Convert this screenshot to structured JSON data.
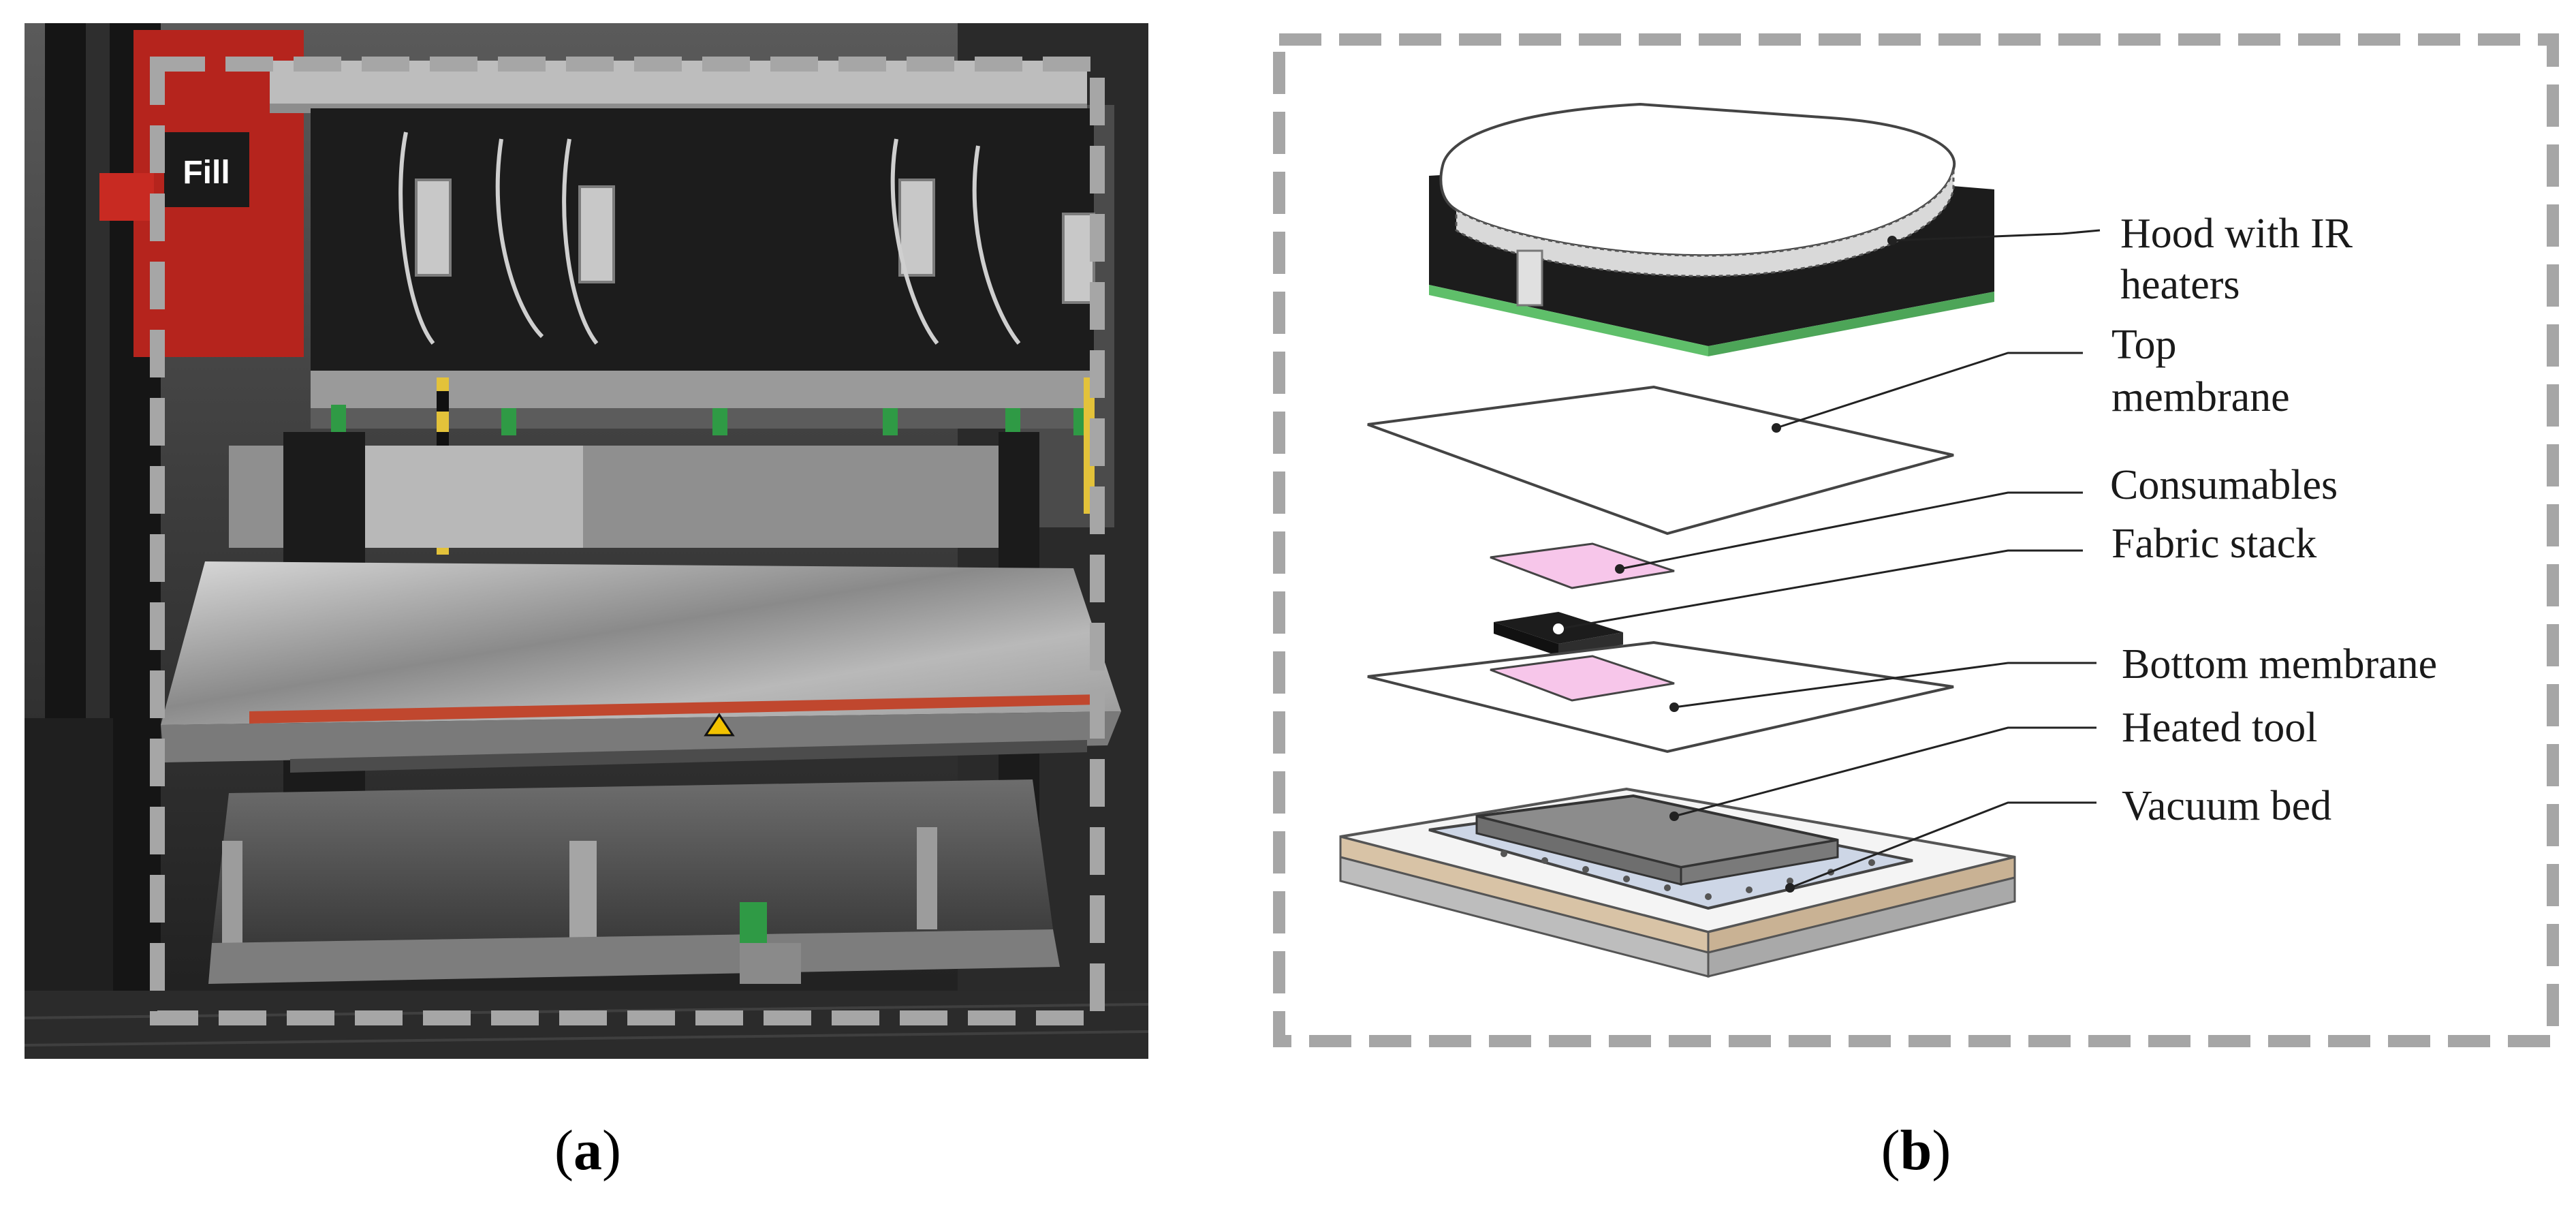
{
  "figure": {
    "panel_a": {
      "caption_prefix": "(",
      "caption_letter": "a",
      "caption_suffix": ")",
      "brand_logo_text": "Fill"
    },
    "panel_b": {
      "caption_prefix": "(",
      "caption_letter": "b",
      "caption_suffix": ")",
      "labels": {
        "hood_line1": "Hood with IR",
        "hood_line2": "heaters",
        "top_membrane_line1": "Top",
        "top_membrane_line2": "membrane",
        "consumables": "Consumables",
        "fabric_stack": "Fabric stack",
        "bottom_membrane": "Bottom membrane",
        "heated_tool": "Heated tool",
        "vacuum_bed": "Vacuum bed"
      }
    }
  },
  "colors": {
    "frame_dash": "#a6a6a6",
    "machine_red": "#b5241d",
    "hood_dark": "#1c1c1c",
    "hood_green": "#5fbf6a",
    "consumables_pink": "#f7c6ea",
    "tool_grey": "#8c8c8c",
    "bed_tan": "#d8c3a6"
  }
}
